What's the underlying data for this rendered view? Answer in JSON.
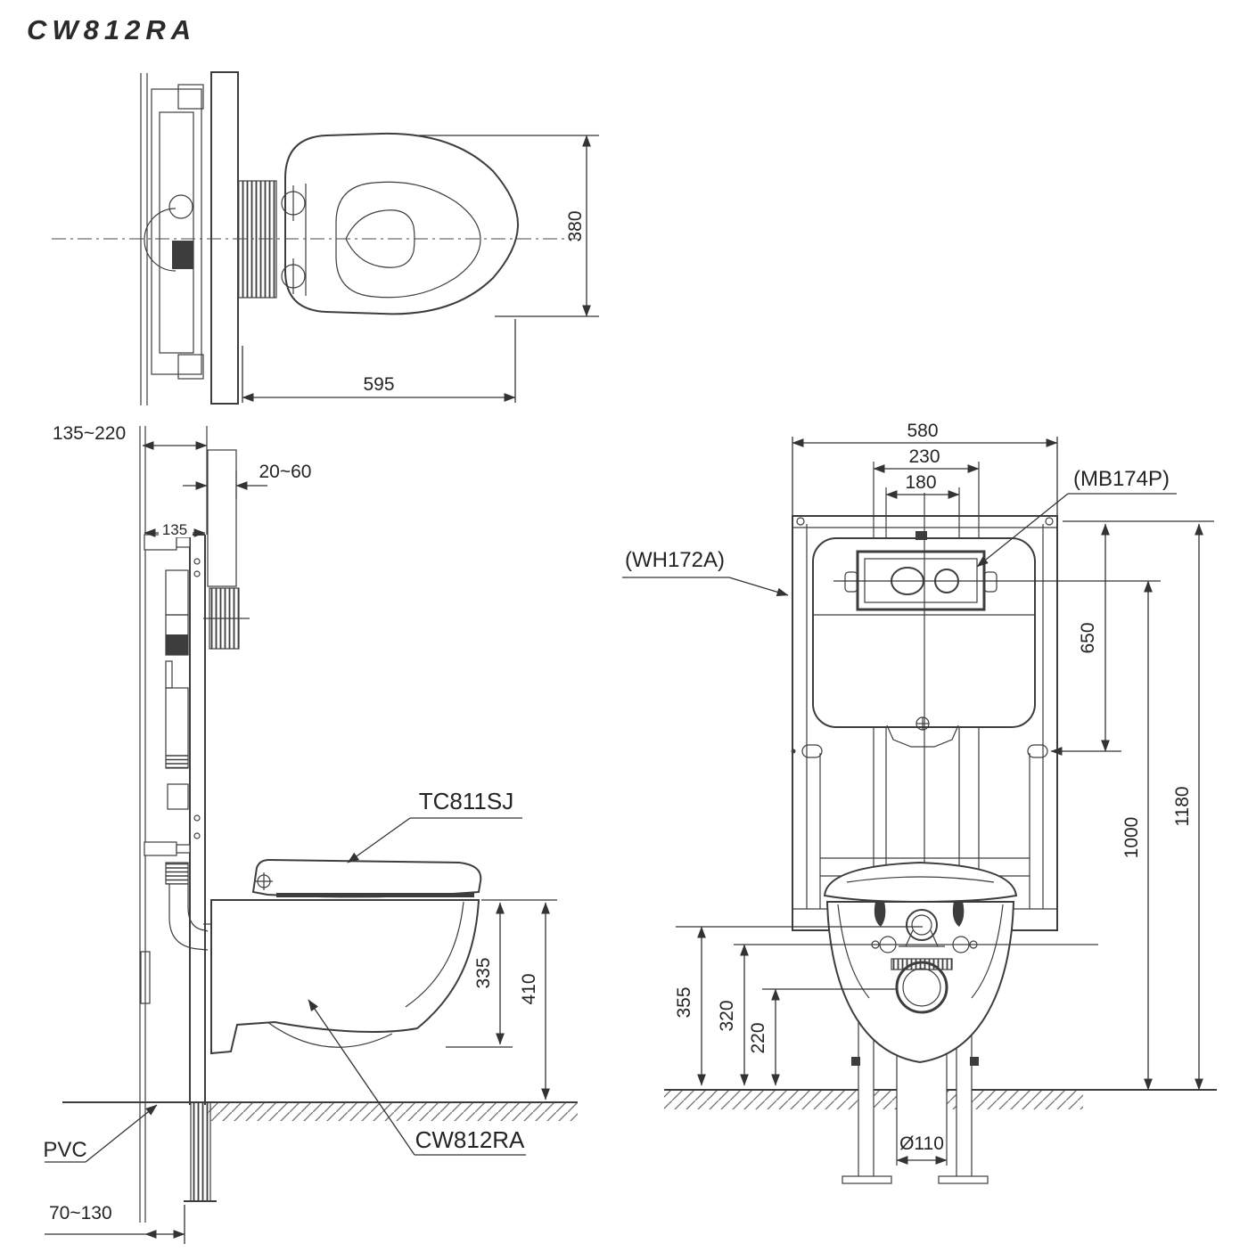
{
  "title": "CW812RA",
  "colors": {
    "line": "#3d3d3d",
    "background": "#ffffff",
    "text": "#242424"
  },
  "top_view": {
    "dim_seat_width": "380",
    "dim_bowl_length": "595"
  },
  "side_view": {
    "dim_frame_depth_range": "135~220",
    "dim_wall_finish_range": "20~60",
    "dim_frame_depth": "135",
    "seat_model": "TC811SJ",
    "dim_rim_to_bowl_bottom": "335",
    "dim_rim_height": "410",
    "drain_material": "PVC",
    "bowl_model": "CW812RA",
    "dim_drain_offset_range": "70~130"
  },
  "front_view": {
    "dim_frame_width": "580",
    "dim_hanger_outer": "230",
    "dim_hanger_inner": "180",
    "panel_model": "(MB174P)",
    "frame_model": "(WH172A)",
    "dim_panel_bottom_height": "650",
    "dim_inlet_line_height": "1000",
    "dim_frame_height": "1180",
    "dim_inlet_height": "355",
    "dim_hanger_height": "320",
    "dim_drain_center_height": "220",
    "dim_drain_diameter": "Ø110"
  }
}
